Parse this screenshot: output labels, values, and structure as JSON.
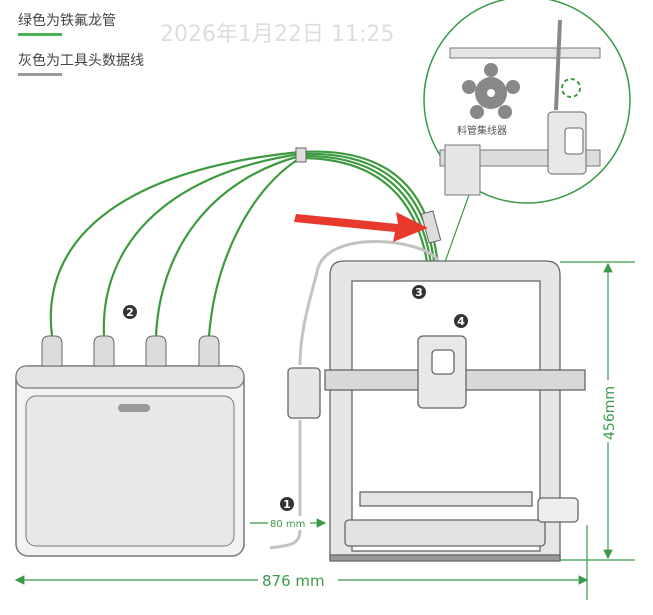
{
  "legend": {
    "green_label": "绿色为铁氟龙管",
    "gray_label": "灰色为工具头数据线"
  },
  "watermark": "2026年1月22日 11:25",
  "callout": {
    "label": "料管集线器"
  },
  "markers": [
    "1",
    "2",
    "3",
    "4"
  ],
  "dimensions": {
    "gap": "80 mm",
    "width": "876 mm",
    "height": "456mm"
  },
  "colors": {
    "ptfe": "#3d9a3f",
    "dim": "#3a9a4a",
    "cable": "#b5b5b5",
    "arrow": "#e8392d"
  }
}
